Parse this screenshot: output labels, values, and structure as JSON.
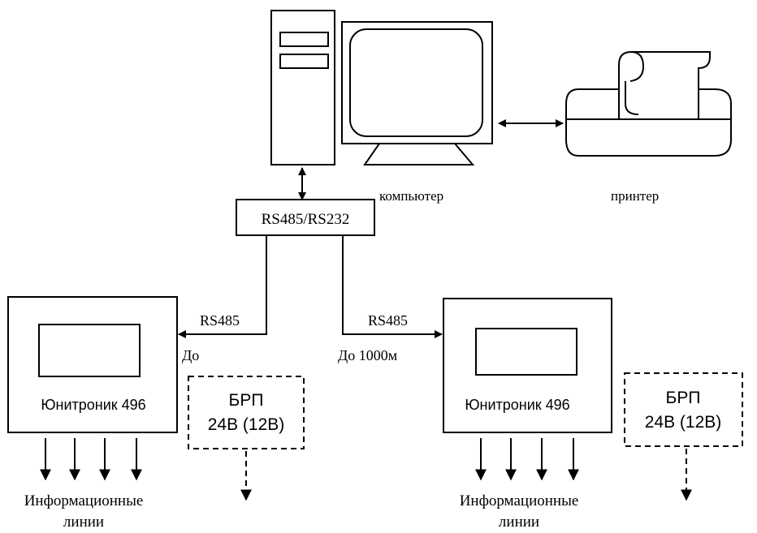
{
  "labels": {
    "computer": "компьютер",
    "printer": "принтер",
    "converter": "RS485/RS232",
    "rs485_left": "RS485",
    "rs485_right": "RS485",
    "distance_left": "До",
    "distance_right": "До 1000м"
  },
  "devices": [
    {
      "name": "Юнитроник 496",
      "info_lines_1": "Информационные",
      "info_lines_2": "линии",
      "psu_line1": "БРП",
      "psu_line2": "24В (12В)"
    },
    {
      "name": "Юнитроник 496",
      "info_lines_1": "Информационные",
      "info_lines_2": "линии",
      "psu_line1": "БРП",
      "psu_line2": "24В (12В)"
    }
  ]
}
